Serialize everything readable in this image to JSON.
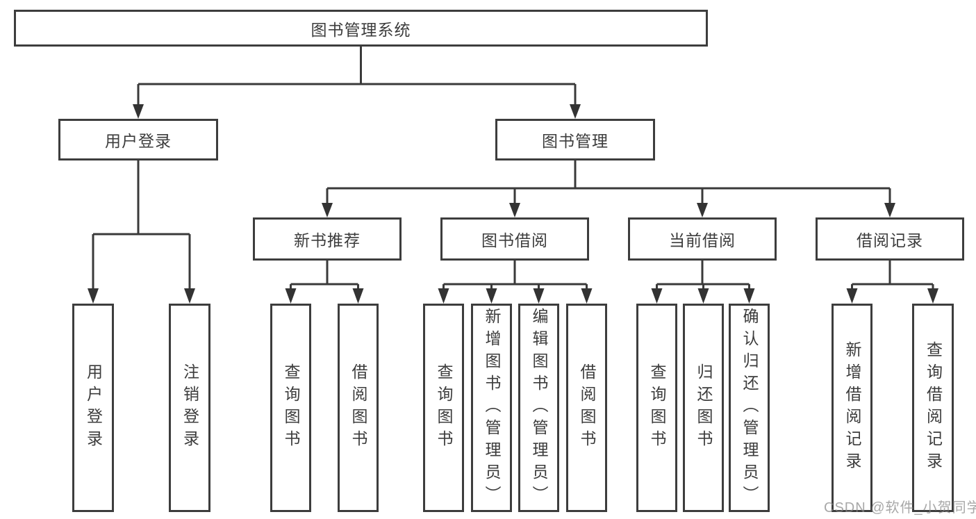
{
  "diagram": {
    "title": "图书管理系统",
    "colors": {
      "line": "#3a3a3a",
      "box_border": "#3d3d3d",
      "text": "#3c3c3c",
      "background": "#ffffff",
      "watermark": "#868686"
    },
    "branches": {
      "user_login": {
        "label": "用户登录",
        "leaves": {
          "login": "用户登录",
          "logout": "注销登录"
        }
      },
      "book_mgmt": {
        "label": "图书管理",
        "groups": {
          "new_books": {
            "label": "新书推荐",
            "leaves": {
              "query": "查询图书",
              "borrow": "借阅图书"
            }
          },
          "borrowing": {
            "label": "图书借阅",
            "leaves": {
              "query": "查询图书",
              "add": "新增图书（管理员）",
              "edit": "编辑图书（管理员）",
              "borrow": "借阅图书"
            }
          },
          "current": {
            "label": "当前借阅",
            "leaves": {
              "query": "查询图书",
              "return": "归还图书",
              "confirm": "确认归还（管理员）"
            }
          },
          "records": {
            "label": "借阅记录",
            "leaves": {
              "add": "新增借阅记录",
              "query": "查询借阅记录"
            }
          }
        }
      }
    }
  },
  "watermark": {
    "text": "CSDN @软件_小贺同学"
  }
}
